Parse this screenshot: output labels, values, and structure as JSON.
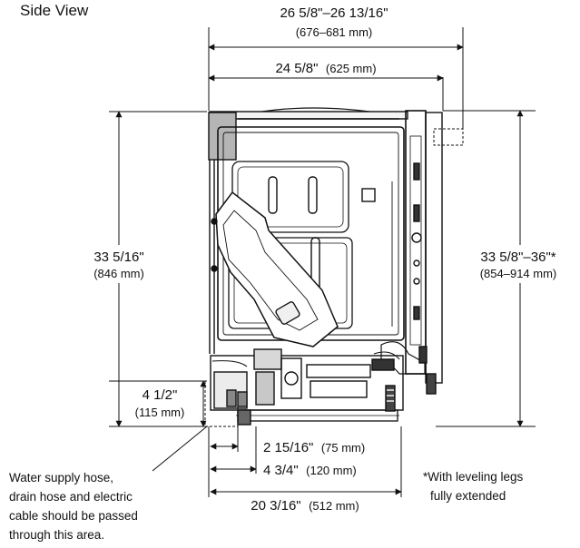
{
  "title": "Side View",
  "dimensions": {
    "overall_depth": {
      "imperial": "26 5/8\"–26 13/16\"",
      "metric": "(676–681 mm)"
    },
    "cabinet_depth": {
      "imperial": "24 5/8\"",
      "metric": "(625 mm)"
    },
    "left_height": {
      "imperial": "33 5/16\"",
      "metric": "(846 mm)"
    },
    "right_height": {
      "imperial": "33 5/8\"–36\"*",
      "metric": "(854–914 mm)"
    },
    "pass_height": {
      "imperial": "4 1/2\"",
      "metric": "(115 mm)"
    },
    "pass_width_small": {
      "imperial": "2 15/16\"",
      "metric": "(75 mm)"
    },
    "pass_width_large": {
      "imperial": "4 3/4\"",
      "metric": "(120 mm)"
    },
    "base_depth": {
      "imperial": "20 3/16\"",
      "metric": "(512 mm)"
    }
  },
  "notes": {
    "hose_note": [
      "Water supply hose,",
      "drain hose and electric",
      "cable should be passed",
      "through this area."
    ],
    "legs_note": [
      "*With leveling legs",
      "fully extended"
    ]
  }
}
